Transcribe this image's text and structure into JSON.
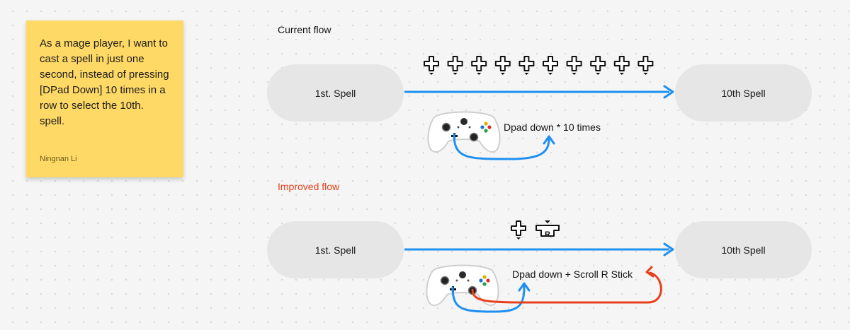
{
  "sticky": {
    "text": "As a mage player, I want to cast a spell in just one second, instead of pressing [DPad Down] 10 times in a row to select the 10th. spell.",
    "author": "Ningnan Li"
  },
  "current_flow": {
    "title": "Current flow",
    "start_label": "1st. Spell",
    "end_label": "10th Spell",
    "caption": "Dpad down * 10 times",
    "dpad_icon_count": 10
  },
  "improved_flow": {
    "title": "Improved flow",
    "title_color": "#e8401c",
    "start_label": "1st. Spell",
    "end_label": "10th Spell",
    "caption": "Dpad down + Scroll R Stick",
    "stick_label": "R"
  },
  "colors": {
    "arrow_blue": "#1e90f0",
    "arrow_orange": "#e8401c",
    "sticky": "#ffd966",
    "pill": "#e6e6e6"
  },
  "icons": [
    "dpad-down-icon",
    "xbox-controller-icon",
    "right-stick-scroll-icon"
  ]
}
